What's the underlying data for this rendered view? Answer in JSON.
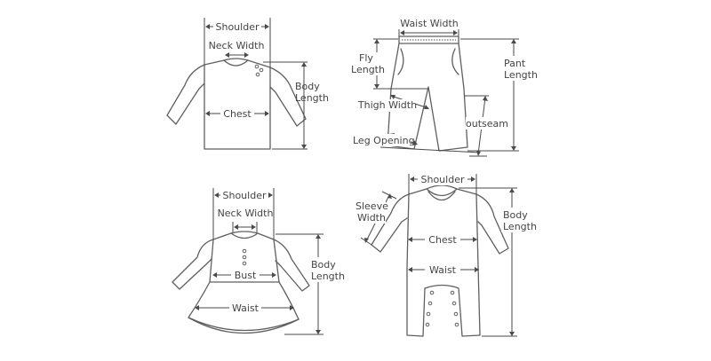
{
  "colors": {
    "outline": "#5f5f5f",
    "dimension": "#4a4a4a",
    "text": "#444444",
    "background": "#ffffff"
  },
  "shirt": {
    "shoulder": "Shoulder",
    "neck_width": "Neck Width",
    "chest": "Chest",
    "body_length_1": "Body",
    "body_length_2": "Length"
  },
  "pants": {
    "waist_width": "Waist Width",
    "fly_length_1": "Fly",
    "fly_length_2": "Length",
    "thigh_width": "Thigh Width",
    "leg_opening": "Leg Opening",
    "outseam": "outseam",
    "pant_length_1": "Pant",
    "pant_length_2": "Length"
  },
  "dress": {
    "shoulder": "Shoulder",
    "neck_width": "Neck Width",
    "bust": "Bust",
    "waist": "Waist",
    "body_length_1": "Body",
    "body_length_2": "Length"
  },
  "romper": {
    "shoulder": "Shoulder",
    "sleeve_width_1": "Sleeve",
    "sleeve_width_2": "Width",
    "chest": "Chest",
    "waist": "Waist",
    "body_length_1": "Body",
    "body_length_2": "Length"
  }
}
